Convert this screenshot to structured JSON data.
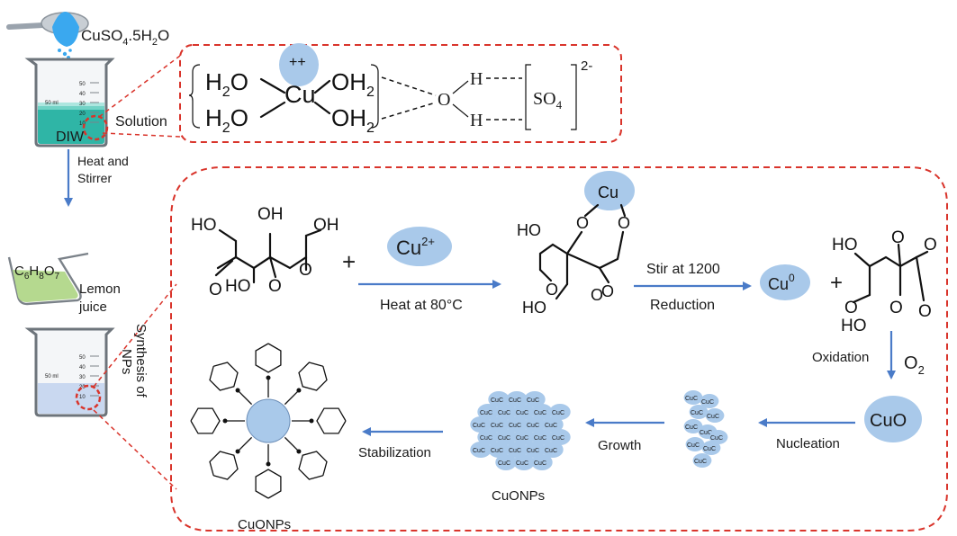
{
  "colors": {
    "arrow": "#4a7bc8",
    "dash_border": "#d9342b",
    "bubble": "#a9c9ea",
    "solution": "#2fb5a6",
    "lemon": "#b5d98f",
    "beaker_liquid_2": "#c9d8f0"
  },
  "top": {
    "reagent": "CuSO",
    "reagent_sub4": "4",
    "reagent_rest": ".5H",
    "reagent_sub2": "2",
    "reagent_end": "O",
    "solvent": "DIW",
    "solution_label": "Solution",
    "heat_label_1": "Heat and",
    "heat_label_2": "Stirrer"
  },
  "complex": {
    "h2o": "H",
    "sub2": "2",
    "o": "O",
    "oh2_o": "OH",
    "cu": "Cu",
    "charge_pp": "++",
    "water_o": "O",
    "water_h": "H",
    "so4": "SO",
    "so4_sub": "4",
    "so4_charge": "2-"
  },
  "lemon": {
    "formula_c": "C",
    "sub6": "6",
    "formula_h": "H",
    "sub8": "8",
    "formula_o": "O",
    "sub7": "7",
    "label_1": "Lemon",
    "label_2": "juice",
    "synth_1": "Synthesis of",
    "synth_2": "NPs"
  },
  "scheme": {
    "cu2": "Cu",
    "cu2_sup": "2+",
    "heat": "Heat at 80°C",
    "cu_top": "Cu",
    "stir": "Stir at 1200",
    "reduction": "Reduction",
    "cu0": "Cu",
    "cu0_sup": "0",
    "oxidation": "Oxidation",
    "o2": "O",
    "o2_sub": "2",
    "cuo": "CuO",
    "nucleation": "Nucleation",
    "growth": "Growth",
    "stabilization": "Stabilization",
    "cuonps_1": "CuONPs",
    "cuonps_2": "CuONPs",
    "plus_1": "+",
    "plus_2": "+",
    "ho": "HO",
    "oh": "OH",
    "o": "O"
  },
  "cluster_text": "CuC",
  "beaker_marks": [
    "50",
    "40",
    "30",
    "20",
    "10"
  ],
  "beaker_ml": "50 ml"
}
